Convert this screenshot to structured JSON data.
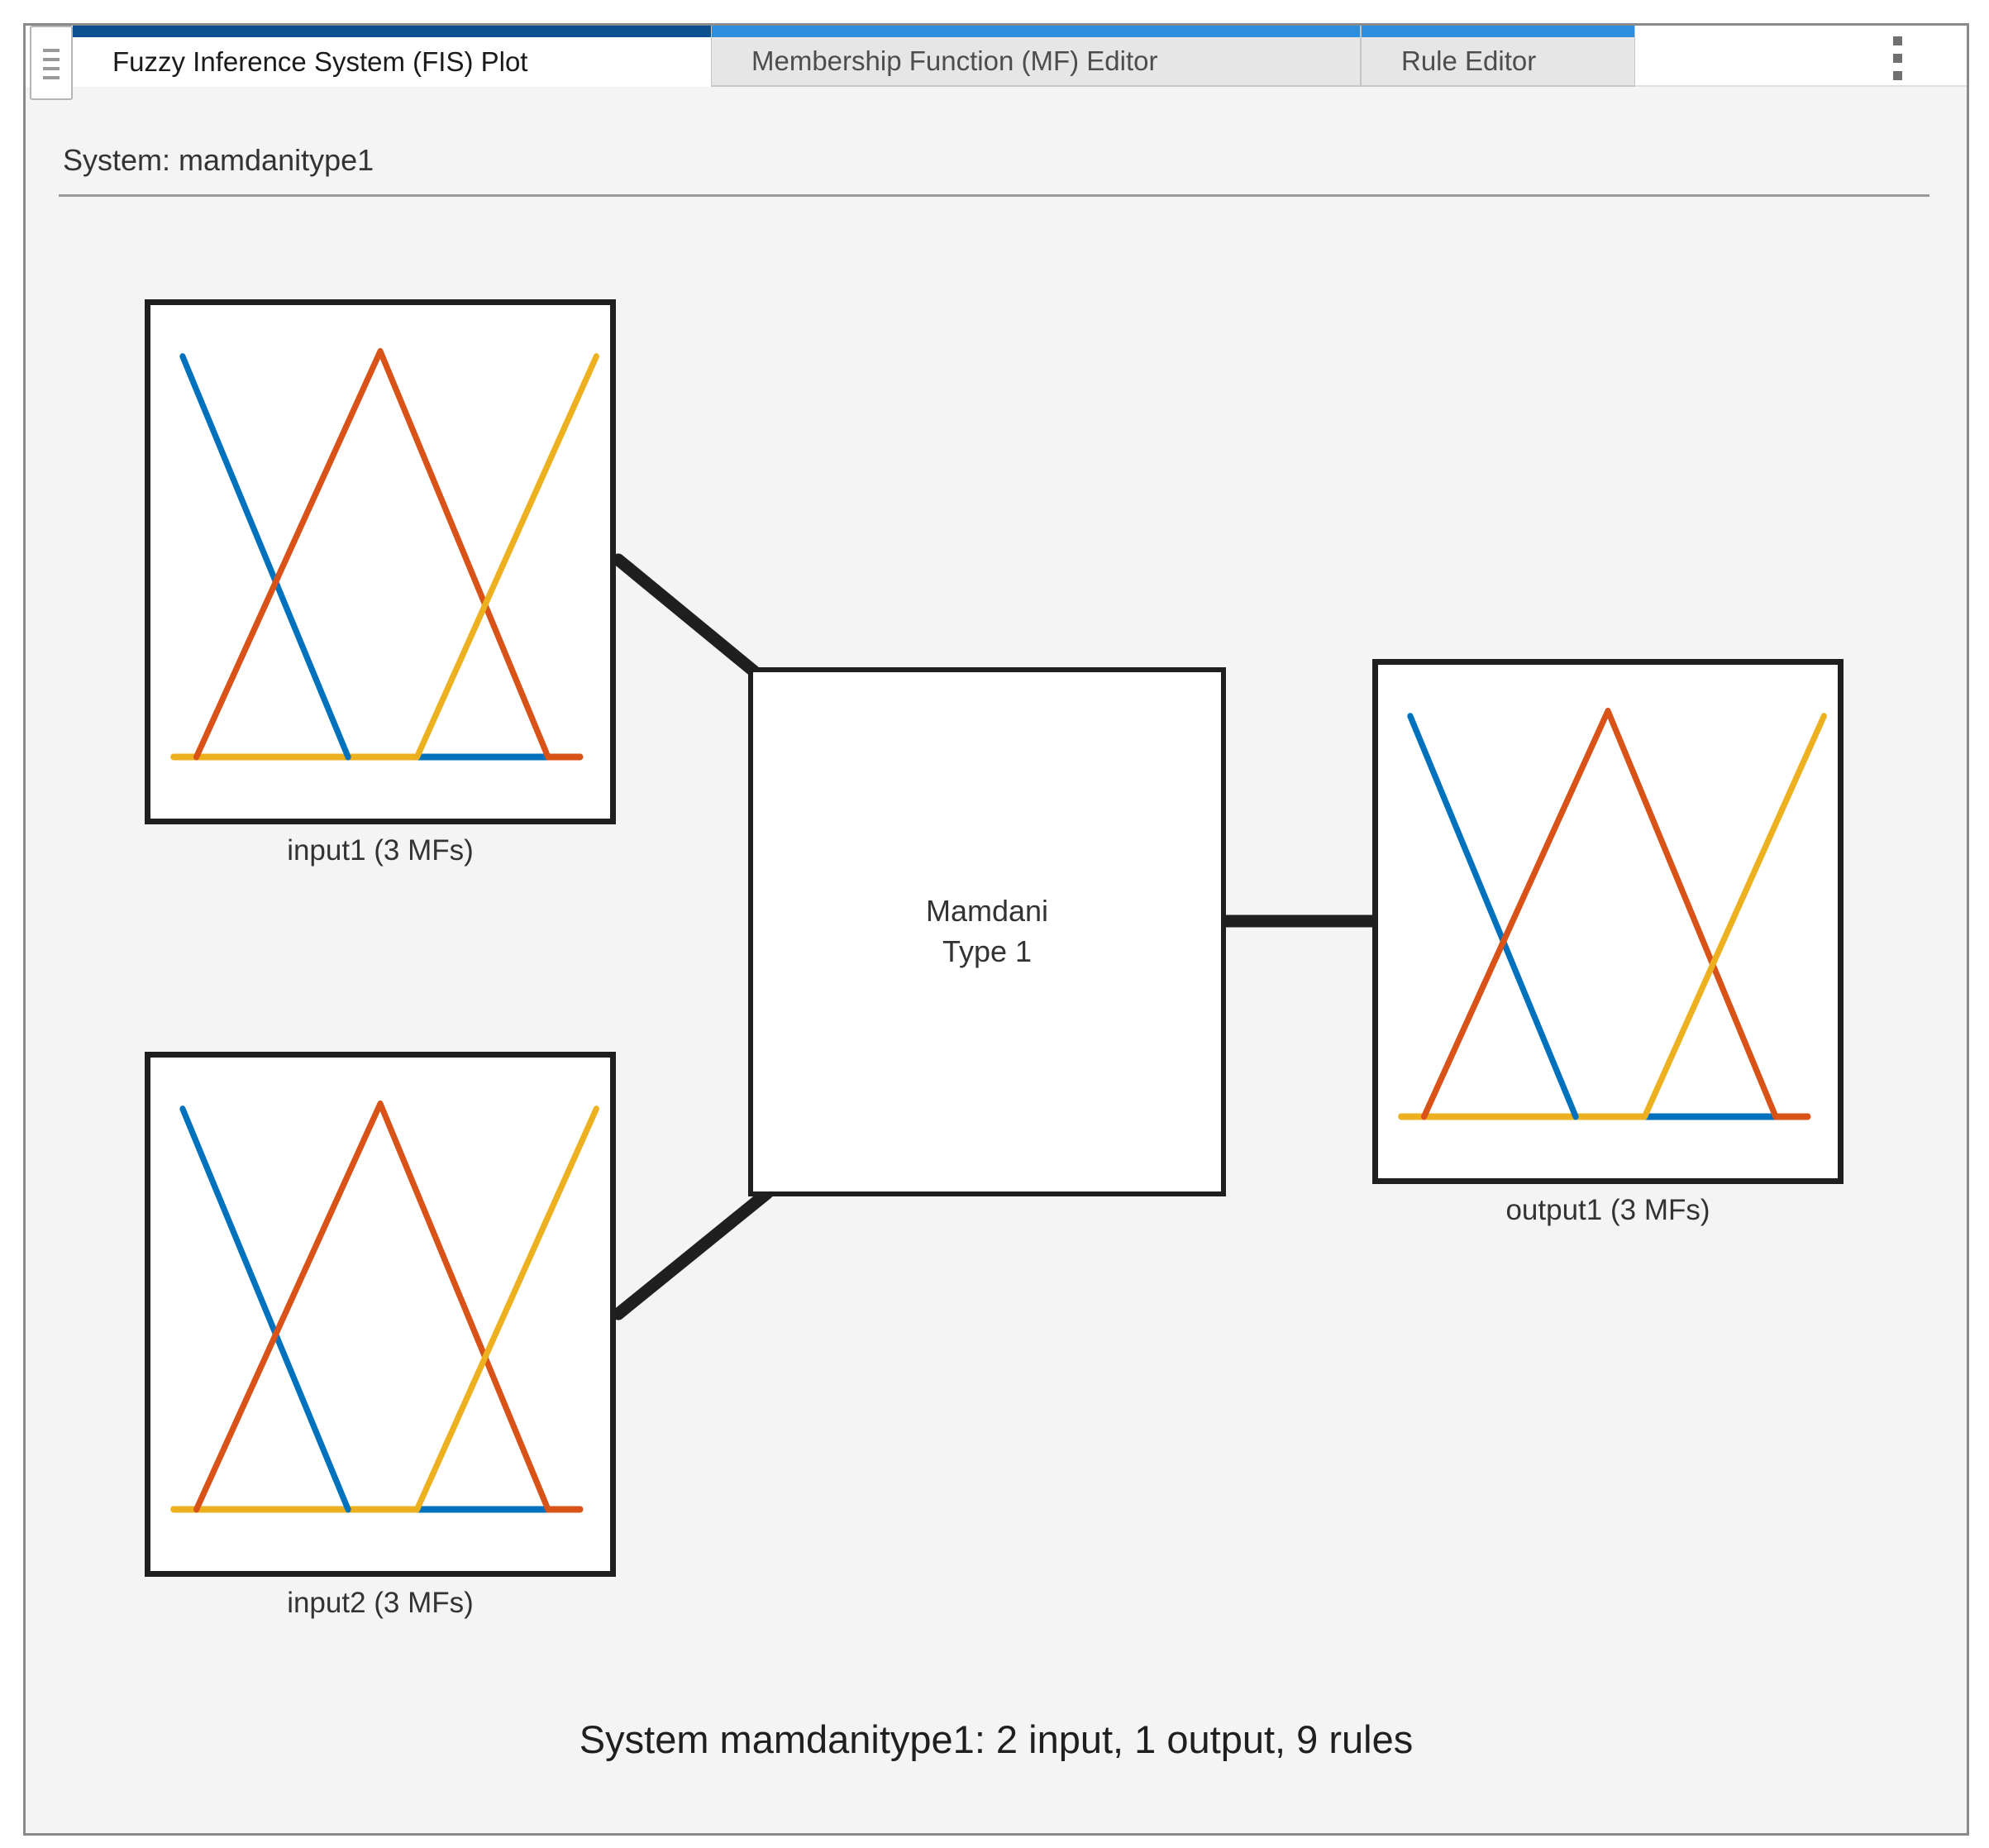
{
  "window": {
    "tabs": [
      {
        "label": "Fuzzy Inference System (FIS) Plot",
        "active": true
      },
      {
        "label": "Membership Function (MF) Editor",
        "active": false
      },
      {
        "label": "Rule Editor",
        "active": false
      }
    ],
    "overflow_menu_icon": "kebab-vertical-icon",
    "drag_grip_icon": "grip-lines-icon"
  },
  "header": {
    "system_label": "System: mamdanitype1"
  },
  "diagram": {
    "inputs": [
      {
        "id": "input1",
        "label": "input1 (3 MFs)",
        "mf_count": 3
      },
      {
        "id": "input2",
        "label": "input2 (3 MFs)",
        "mf_count": 3
      }
    ],
    "process": {
      "line1": "Mamdani",
      "line2": "Type 1"
    },
    "outputs": [
      {
        "id": "output1",
        "label": "output1 (3 MFs)",
        "mf_count": 3
      }
    ],
    "caption": "System mamdanitype1: 2 input, 1 output, 9 rules"
  },
  "colors": {
    "mf_blue": "#0072BD",
    "mf_orange": "#D95319",
    "mf_yellow": "#EDB120",
    "active_tab_stripe": "#0a5090",
    "inactive_tab_stripe": "#2e8ede",
    "connector": "#1f1f1f",
    "canvas_background": "#f4f4f4"
  },
  "mf_plot": {
    "type": "line",
    "description": "Three triangular membership functions (low=blue descending, medium=orange triangle, high=yellow ascending) drawn identically in input1, input2 and output1 boxes; zero-degree baseline drawn yellow on the left, blue on the right, orange stub at far right.",
    "stroke_width": 1.28,
    "segments": [
      {
        "name": "baseline-left",
        "color": "mf_yellow",
        "points": [
          [
            5,
            88
          ],
          [
            58,
            88
          ]
        ]
      },
      {
        "name": "baseline-right",
        "color": "mf_blue",
        "points": [
          [
            58,
            88
          ],
          [
            86.5,
            88
          ]
        ]
      },
      {
        "name": "baseline-end",
        "color": "mf_orange",
        "points": [
          [
            86.5,
            88
          ],
          [
            93.5,
            88
          ]
        ]
      },
      {
        "name": "mf-low",
        "color": "mf_blue",
        "points": [
          [
            7,
            10
          ],
          [
            43,
            88
          ]
        ]
      },
      {
        "name": "mf-medium",
        "color": "mf_orange",
        "points": [
          [
            10,
            88
          ],
          [
            50,
            9
          ],
          [
            86.5,
            88
          ]
        ]
      },
      {
        "name": "mf-high",
        "color": "mf_yellow",
        "points": [
          [
            58,
            88
          ],
          [
            97,
            10
          ]
        ]
      }
    ]
  }
}
